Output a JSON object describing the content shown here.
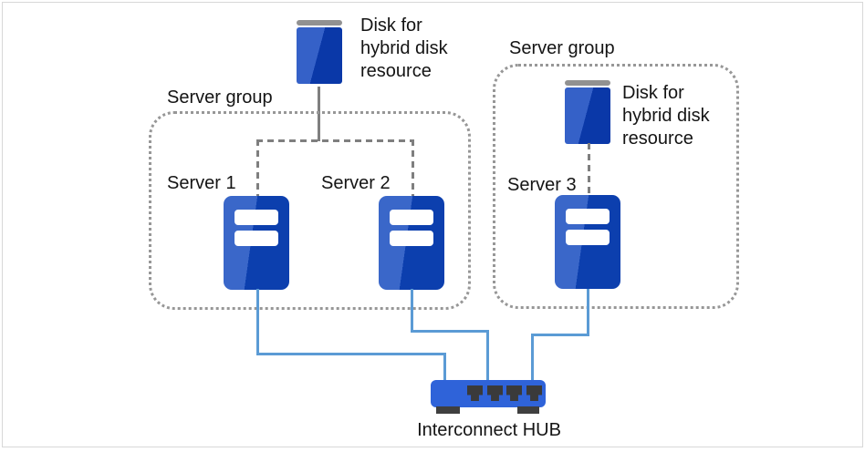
{
  "colors": {
    "canvas_border": "#d8d8d8",
    "group_border": "#979797",
    "disk_cap": "#919191",
    "disk_light": "#3561c8",
    "disk_dark": "#0a38a8",
    "server_light": "#3a67c9",
    "server_dark": "#0c3fae",
    "hub_body": "#2f63d9",
    "hub_port": "#3a3a3a",
    "hub_foot": "#3f3f3f",
    "line_blue": "#5b9bd5",
    "line_gray": "#7f7f7f"
  },
  "diagram": {
    "disk_top": {
      "label": "Disk for hybrid disk resource",
      "icon": "disk-icon"
    },
    "group1": {
      "label": "Server group",
      "server1_label": "Server 1",
      "server2_label": "Server 2"
    },
    "group2": {
      "label": "Server group",
      "disk_label": "Disk for hybrid disk resource",
      "server3_label": "Server 3"
    },
    "hub": {
      "label": "Interconnect HUB",
      "icon": "hub-icon",
      "port_count": 4
    }
  }
}
